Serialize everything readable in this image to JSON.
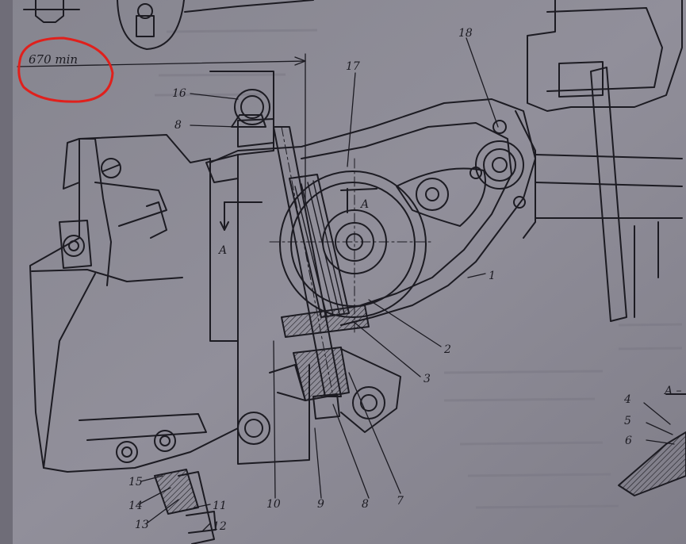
{
  "dimension_label": "670 min",
  "section_label": "A",
  "section_cut_label": "A –",
  "callouts": [
    {
      "id": "1",
      "text": "1"
    },
    {
      "id": "2",
      "text": "2"
    },
    {
      "id": "3",
      "text": "3"
    },
    {
      "id": "4",
      "text": "4"
    },
    {
      "id": "5",
      "text": "5"
    },
    {
      "id": "6",
      "text": "6"
    },
    {
      "id": "7",
      "text": "7"
    },
    {
      "id": "8a",
      "text": "8"
    },
    {
      "id": "8b",
      "text": "8"
    },
    {
      "id": "9",
      "text": "9"
    },
    {
      "id": "10",
      "text": "10"
    },
    {
      "id": "11",
      "text": "11"
    },
    {
      "id": "12",
      "text": "12"
    },
    {
      "id": "13",
      "text": "13"
    },
    {
      "id": "14",
      "text": "14"
    },
    {
      "id": "15",
      "text": "15"
    },
    {
      "id": "16",
      "text": "16"
    },
    {
      "id": "17",
      "text": "17"
    },
    {
      "id": "18",
      "text": "18"
    }
  ],
  "colors": {
    "paper": "#8c8a95",
    "ink": "#1c1b22",
    "highlight_circle": "#e0201c"
  }
}
